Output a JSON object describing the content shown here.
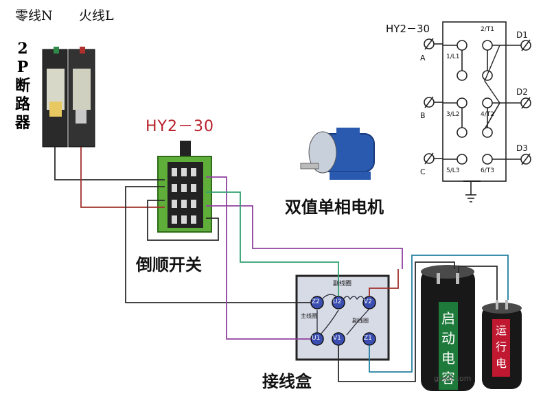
{
  "breaker": {
    "neutral_label": "零线N",
    "live_label": "火线L",
    "type_label": [
      "2",
      "P",
      "断",
      "路",
      "器"
    ]
  },
  "switch": {
    "model": "HY2－30",
    "caption": "倒顺开关"
  },
  "motor": {
    "caption": "双值单相电机"
  },
  "schematic": {
    "model": "HY2－30",
    "inputs": [
      "A",
      "B",
      "C"
    ],
    "outputs": [
      "D1",
      "D2",
      "D3"
    ],
    "left_contacts": [
      "1/L1",
      "3/L2",
      "5/L3"
    ],
    "right_contacts": [
      "2/T1",
      "4/T2",
      "6/T3"
    ]
  },
  "junction_box": {
    "caption": "接线盒",
    "header": "副线圈",
    "side_label": "主线圈",
    "coil_label": "副线圈",
    "terminals": [
      "Z2",
      "U2",
      "V2",
      "U1",
      "V1",
      "Z1"
    ]
  },
  "capacitors": {
    "start_label": [
      "启",
      "动",
      "电",
      "容"
    ],
    "run_label": [
      "运",
      "行",
      "电"
    ]
  },
  "watermark": "gbx8.com",
  "colors": {
    "wire_black": "#2b2b2b",
    "wire_red": "#a0302c",
    "wire_purple": "#9040a0",
    "wire_green": "#30a070",
    "wire_teal": "#2080a0",
    "switch_green": "#5fae3a",
    "junction_blue": "#3a4db0",
    "start_cap_green": "#1e7a3a",
    "run_cap_red": "#c01830"
  }
}
